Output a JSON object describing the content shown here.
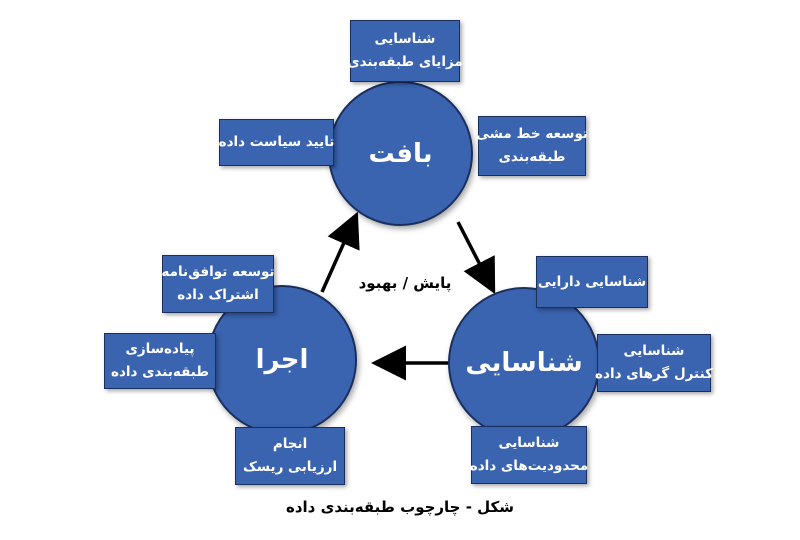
{
  "cycles": {
    "context": "بافت",
    "identify": "شناسایی",
    "execute": "اجرا"
  },
  "center_label": "پایش / بهبود",
  "boxes": {
    "benefits": [
      "شناسایی",
      "مزایای طبقه‌بندی"
    ],
    "policy": [
      "تایید سیاست داده"
    ],
    "guideline": [
      "توسعه خط مشی",
      "طبقه‌بندی"
    ],
    "assets": [
      "شناسایی دارایی"
    ],
    "controls": [
      "شناسایی",
      "کنترل گرهای داده"
    ],
    "limits": [
      "شناسایی",
      "محدودیت‌های داده"
    ],
    "agreement": [
      "توسعه توافق‌نامه",
      "اشتراک داده"
    ],
    "implement": [
      "پیاده‌سازی",
      "طبقه‌بندی داده"
    ],
    "risk": [
      "انجام",
      "ارزیابی ریسک"
    ]
  },
  "caption": "شکل - چارچوب طبقه‌بندی داده",
  "colors": {
    "fill": "#3a63b0",
    "border": "#1b2f5e",
    "arrow": "#000000"
  }
}
